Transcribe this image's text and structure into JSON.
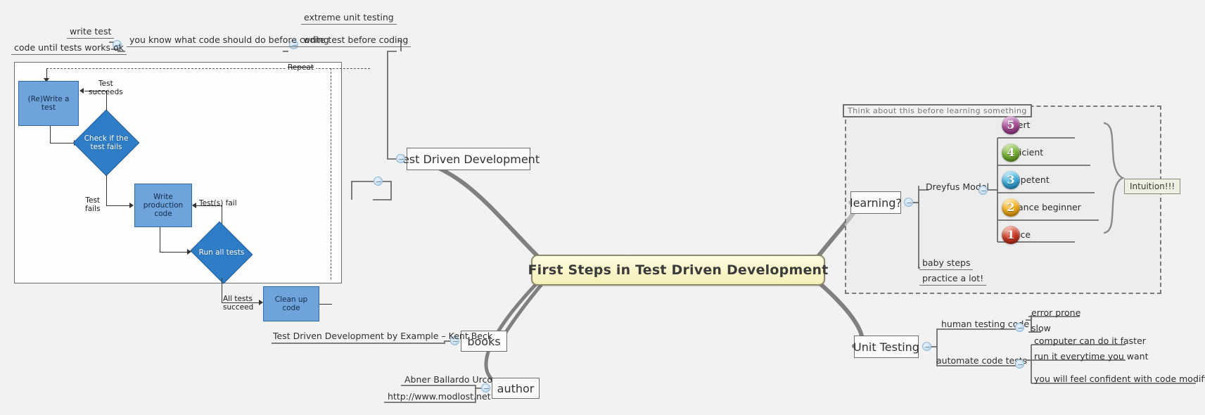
{
  "map": {
    "central": {
      "label": "First Steps in Test Driven Development"
    },
    "branches": [
      {
        "id": "tdd",
        "label": "Test Driven Development"
      },
      {
        "id": "books",
        "label": "books"
      },
      {
        "id": "author",
        "label": "author"
      },
      {
        "id": "learning",
        "label": "learning?"
      },
      {
        "id": "unit",
        "label": "Unit Testing"
      }
    ]
  },
  "tdd_branch": {
    "label": "Test Driven Development",
    "children": [
      {
        "label": "write test before coding",
        "children": [
          {
            "label": "extreme unit testing"
          },
          {
            "label": "you know what code should do before coding",
            "children": [
              {
                "label": "write test"
              },
              {
                "label": "code until tests works ok"
              }
            ]
          }
        ]
      }
    ]
  },
  "flowchart": {
    "repeat_label": "Repeat",
    "nodes": [
      {
        "id": "rewrite",
        "type": "process",
        "label": "(Re)Write a test"
      },
      {
        "id": "checkfails",
        "type": "decision",
        "label": "Check if the\ntest fails"
      },
      {
        "id": "writeprod",
        "type": "process",
        "label": "Write production\ncode"
      },
      {
        "id": "runall",
        "type": "decision",
        "label": "Run all tests"
      },
      {
        "id": "cleanup",
        "type": "process",
        "label": "Clean up code"
      }
    ],
    "edge_labels": [
      {
        "id": "test-succeeds",
        "label": "Test\nsucceeds"
      },
      {
        "id": "test-fails",
        "label": "Test\nfails"
      },
      {
        "id": "tests-fail",
        "label": "Test(s) fail"
      },
      {
        "id": "all-succeed",
        "label": "All tests\nsucceed"
      }
    ]
  },
  "books_branch": {
    "label": "books",
    "children": [
      {
        "label": "Test Driven Development by Example – Kent Beck"
      }
    ]
  },
  "author_branch": {
    "label": "author",
    "children": [
      {
        "label": "Abner Ballardo Urco"
      },
      {
        "label": "http://www.modlost.net"
      }
    ]
  },
  "learning_branch": {
    "label": "learning?",
    "boundary_label": "Think about this before learning something",
    "callout": "Intuition!!!",
    "children": [
      {
        "label": "Dreyfus Model"
      },
      {
        "label": "baby steps"
      },
      {
        "label": "practice a lot!"
      }
    ],
    "dreyfus": [
      {
        "number": "5",
        "label": "expert",
        "color": "#9c3f8d"
      },
      {
        "number": "4",
        "label": "proficient",
        "color": "#69a62c"
      },
      {
        "number": "3",
        "label": "competent",
        "color": "#34a8dd"
      },
      {
        "number": "2",
        "label": "advance beginner",
        "color": "#f0ad16"
      },
      {
        "number": "1",
        "label": "novice",
        "color": "#c62e20"
      }
    ]
  },
  "unit_branch": {
    "label": "Unit Testing",
    "children": [
      {
        "label": "human testing code",
        "children": [
          {
            "label": "error prone"
          },
          {
            "label": "slow"
          }
        ]
      },
      {
        "label": "automate code tests",
        "children": [
          {
            "label": "computer can do it faster"
          },
          {
            "label": "run it everytime you want"
          },
          {
            "label": "you will feel confident with code modification"
          }
        ]
      }
    ]
  },
  "theme": {
    "background": "#f2f2f2",
    "node_border": "#6d6d6d",
    "central_fill": "#f7f0b8",
    "central_border": "#8d8a6b",
    "connector": "#808080",
    "flow_process_fill": "#6fa3dc",
    "flow_decision_fill": "#2f7cc7"
  }
}
